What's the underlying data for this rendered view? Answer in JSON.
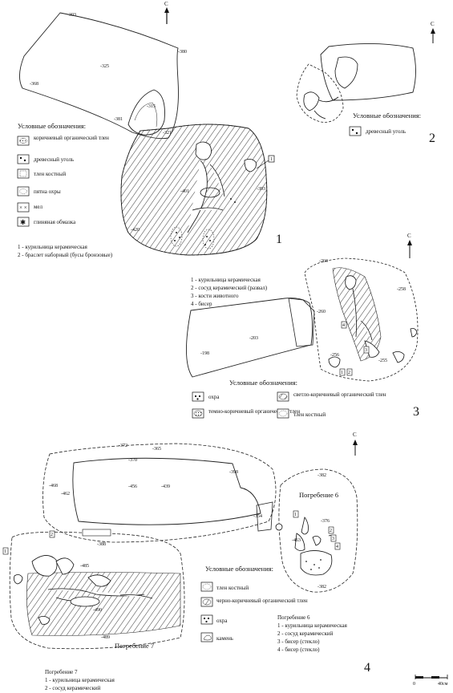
{
  "plates": {
    "p1": {
      "number": "1",
      "north": "С",
      "elevations": [
        "-303",
        "-325",
        "-380",
        "-368",
        "-381",
        "-315",
        "-321",
        "-401",
        "-420",
        "-393"
      ],
      "callouts": [
        "1",
        "2"
      ],
      "legend": {
        "title": "Условные обозначения:",
        "items": [
          {
            "label": "коричневый органический тлен",
            "icon": "dotted-ellipse-swatch"
          },
          {
            "label": "древесный уголь",
            "icon": "dots-swatch"
          },
          {
            "label": "тлен костный",
            "icon": "dotted-square-swatch"
          },
          {
            "label": "пятна охры",
            "icon": "dotted-oval-swatch"
          },
          {
            "label": "мел",
            "icon": "cross-swatch"
          },
          {
            "label": "глиняная обмазка",
            "icon": "star-swatch"
          }
        ]
      },
      "notes": [
        "1 - курильница керамическая",
        "2 - браслет наборный (бусы бронзовые)"
      ]
    },
    "p2": {
      "number": "2",
      "north": "С",
      "legend": {
        "title": "Условные обозначения:",
        "items": [
          {
            "label": "древесный уголь",
            "icon": "dots-swatch"
          }
        ]
      }
    },
    "p3": {
      "number": "3",
      "north": "С",
      "elevations": [
        "-260",
        "-258",
        "-260",
        "-198",
        "-203",
        "-256",
        "-255"
      ],
      "callouts": [
        "1",
        "2",
        "3",
        "4"
      ],
      "notes": [
        "1 - курильница керамическая",
        "2 - сосуд керамический (развал)",
        "3 - кости животного",
        "4 - бисер"
      ],
      "legend": {
        "title": "Условные обозначения:",
        "items": [
          {
            "label": "охра",
            "icon": "dots-swatch"
          },
          {
            "label": "светло-коричневый органический тлен",
            "icon": "hatched-oval-swatch"
          },
          {
            "label": "темно-коричневый органический тлен",
            "icon": "dense-oval-swatch"
          },
          {
            "label": "тлен костный",
            "icon": "dotted-oval-swatch"
          }
        ]
      }
    },
    "p4": {
      "number": "4",
      "north": "С",
      "elevations": [
        "-372",
        "-365",
        "-370",
        "-398",
        "-468",
        "-462",
        "-456",
        "-439",
        "-354",
        "-382",
        "-376",
        "-463",
        "-388",
        "-485",
        "-490",
        "-489",
        "-382"
      ],
      "callouts": [
        "1",
        "2",
        "3",
        "4"
      ],
      "grave6": {
        "title": "Погребение 6",
        "notes": [
          "1 - курильница керамическая",
          "2 - сосуд керамический",
          "3 - бисер (стекло)",
          "4 - бисер (стекло)"
        ]
      },
      "grave7": {
        "title": "Погребение 7",
        "notes": [
          "1 - курильница керамическая",
          "2 - сосуд керамический"
        ]
      },
      "legend": {
        "title": "Условные обозначения:",
        "items": [
          {
            "label": "тлен костный",
            "icon": "dotted-oval-swatch"
          },
          {
            "label": "черно-коричневый органический тлен",
            "icon": "hatched-oval-swatch"
          },
          {
            "label": "охра",
            "icon": "dots-swatch"
          },
          {
            "label": "камень",
            "icon": "stone-swatch"
          }
        ]
      },
      "scale": {
        "zero": "0",
        "max": "40см"
      }
    }
  }
}
